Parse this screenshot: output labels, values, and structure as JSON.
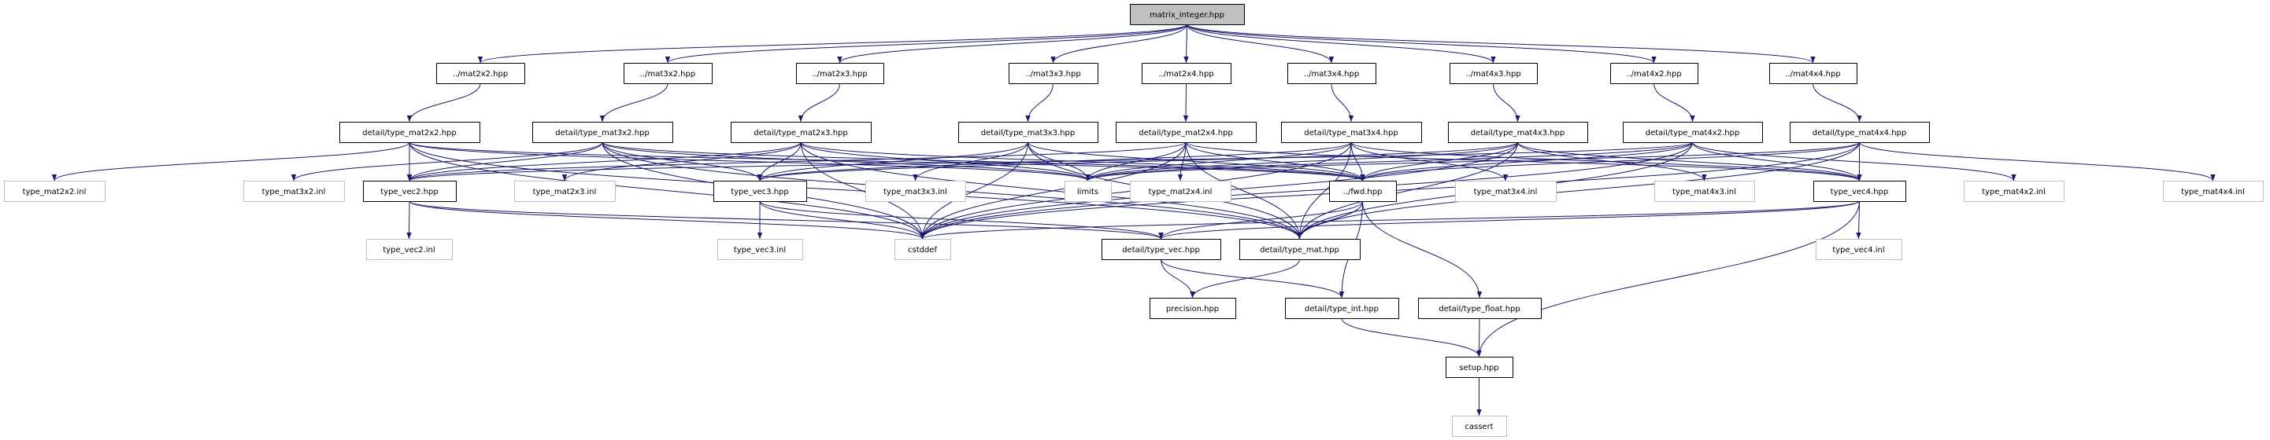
{
  "graph": {
    "edge_color": "#191970",
    "root_fill": "#bfbfbf",
    "nodes": [
      {
        "id": "root",
        "label": "matrix_integer.hpp",
        "kind": "root"
      },
      {
        "id": "m22",
        "label": "../mat2x2.hpp",
        "kind": "file"
      },
      {
        "id": "m32",
        "label": "../mat3x2.hpp",
        "kind": "file"
      },
      {
        "id": "m23",
        "label": "../mat2x3.hpp",
        "kind": "file"
      },
      {
        "id": "m33",
        "label": "../mat3x3.hpp",
        "kind": "file"
      },
      {
        "id": "m24",
        "label": "../mat2x4.hpp",
        "kind": "file"
      },
      {
        "id": "m34",
        "label": "../mat3x4.hpp",
        "kind": "file"
      },
      {
        "id": "m43",
        "label": "../mat4x3.hpp",
        "kind": "file"
      },
      {
        "id": "m42",
        "label": "../mat4x2.hpp",
        "kind": "file"
      },
      {
        "id": "m44",
        "label": "../mat4x4.hpp",
        "kind": "file"
      },
      {
        "id": "t22",
        "label": "detail/type_mat2x2.hpp",
        "kind": "file"
      },
      {
        "id": "t32",
        "label": "detail/type_mat3x2.hpp",
        "kind": "file"
      },
      {
        "id": "t23",
        "label": "detail/type_mat2x3.hpp",
        "kind": "file"
      },
      {
        "id": "t33",
        "label": "detail/type_mat3x3.hpp",
        "kind": "file"
      },
      {
        "id": "t24",
        "label": "detail/type_mat2x4.hpp",
        "kind": "file"
      },
      {
        "id": "t34",
        "label": "detail/type_mat3x4.hpp",
        "kind": "file"
      },
      {
        "id": "t43",
        "label": "detail/type_mat4x3.hpp",
        "kind": "file"
      },
      {
        "id": "t42",
        "label": "detail/type_mat4x2.hpp",
        "kind": "file"
      },
      {
        "id": "t44",
        "label": "detail/type_mat4x4.hpp",
        "kind": "file"
      },
      {
        "id": "i22",
        "label": "type_mat2x2.inl",
        "kind": "external"
      },
      {
        "id": "i32",
        "label": "type_mat3x2.inl",
        "kind": "external"
      },
      {
        "id": "v2",
        "label": "type_vec2.hpp",
        "kind": "file"
      },
      {
        "id": "i23",
        "label": "type_mat2x3.inl",
        "kind": "external"
      },
      {
        "id": "v3",
        "label": "type_vec3.hpp",
        "kind": "file"
      },
      {
        "id": "i33",
        "label": "type_mat3x3.inl",
        "kind": "external"
      },
      {
        "id": "limits",
        "label": "limits",
        "kind": "external"
      },
      {
        "id": "i24",
        "label": "type_mat2x4.inl",
        "kind": "external"
      },
      {
        "id": "fwd",
        "label": "../fwd.hpp",
        "kind": "file"
      },
      {
        "id": "i34",
        "label": "type_mat3x4.inl",
        "kind": "external"
      },
      {
        "id": "i43",
        "label": "type_mat4x3.inl",
        "kind": "external"
      },
      {
        "id": "v4",
        "label": "type_vec4.hpp",
        "kind": "file"
      },
      {
        "id": "i42",
        "label": "type_mat4x2.inl",
        "kind": "external"
      },
      {
        "id": "i44",
        "label": "type_mat4x4.inl",
        "kind": "external"
      },
      {
        "id": "v2i",
        "label": "type_vec2.inl",
        "kind": "external"
      },
      {
        "id": "v3i",
        "label": "type_vec3.inl",
        "kind": "external"
      },
      {
        "id": "cstddef",
        "label": "cstddef",
        "kind": "external"
      },
      {
        "id": "tvec",
        "label": "detail/type_vec.hpp",
        "kind": "file"
      },
      {
        "id": "tmat",
        "label": "detail/type_mat.hpp",
        "kind": "file"
      },
      {
        "id": "v4i",
        "label": "type_vec4.inl",
        "kind": "external"
      },
      {
        "id": "prec",
        "label": "precision.hpp",
        "kind": "file"
      },
      {
        "id": "tint",
        "label": "detail/type_int.hpp",
        "kind": "file"
      },
      {
        "id": "tfloat",
        "label": "detail/type_float.hpp",
        "kind": "file"
      },
      {
        "id": "setup",
        "label": "setup.hpp",
        "kind": "file"
      },
      {
        "id": "cassert",
        "label": "cassert",
        "kind": "external"
      }
    ],
    "edges": [
      [
        "root",
        "m22"
      ],
      [
        "root",
        "m32"
      ],
      [
        "root",
        "m23"
      ],
      [
        "root",
        "m33"
      ],
      [
        "root",
        "m24"
      ],
      [
        "root",
        "m34"
      ],
      [
        "root",
        "m43"
      ],
      [
        "root",
        "m42"
      ],
      [
        "root",
        "m44"
      ],
      [
        "m22",
        "t22"
      ],
      [
        "m32",
        "t32"
      ],
      [
        "m23",
        "t23"
      ],
      [
        "m33",
        "t33"
      ],
      [
        "m24",
        "t24"
      ],
      [
        "m34",
        "t34"
      ],
      [
        "m43",
        "t43"
      ],
      [
        "m42",
        "t42"
      ],
      [
        "m44",
        "t44"
      ],
      [
        "t22",
        "i22"
      ],
      [
        "t22",
        "v2"
      ],
      [
        "t22",
        "fwd"
      ],
      [
        "t22",
        "limits"
      ],
      [
        "t22",
        "cstddef"
      ],
      [
        "t22",
        "tmat"
      ],
      [
        "t32",
        "i32"
      ],
      [
        "t32",
        "v2"
      ],
      [
        "t32",
        "v3"
      ],
      [
        "t32",
        "fwd"
      ],
      [
        "t32",
        "limits"
      ],
      [
        "t32",
        "cstddef"
      ],
      [
        "t32",
        "tmat"
      ],
      [
        "t23",
        "i23"
      ],
      [
        "t23",
        "v2"
      ],
      [
        "t23",
        "v3"
      ],
      [
        "t23",
        "fwd"
      ],
      [
        "t23",
        "limits"
      ],
      [
        "t23",
        "cstddef"
      ],
      [
        "t23",
        "tmat"
      ],
      [
        "t33",
        "i33"
      ],
      [
        "t33",
        "v3"
      ],
      [
        "t33",
        "fwd"
      ],
      [
        "t33",
        "limits"
      ],
      [
        "t33",
        "cstddef"
      ],
      [
        "t33",
        "tmat"
      ],
      [
        "t24",
        "i24"
      ],
      [
        "t24",
        "v2"
      ],
      [
        "t24",
        "v4"
      ],
      [
        "t24",
        "fwd"
      ],
      [
        "t24",
        "limits"
      ],
      [
        "t24",
        "cstddef"
      ],
      [
        "t24",
        "tmat"
      ],
      [
        "t34",
        "i34"
      ],
      [
        "t34",
        "v3"
      ],
      [
        "t34",
        "v4"
      ],
      [
        "t34",
        "fwd"
      ],
      [
        "t34",
        "limits"
      ],
      [
        "t34",
        "cstddef"
      ],
      [
        "t34",
        "tmat"
      ],
      [
        "t43",
        "i43"
      ],
      [
        "t43",
        "v3"
      ],
      [
        "t43",
        "v4"
      ],
      [
        "t43",
        "fwd"
      ],
      [
        "t43",
        "limits"
      ],
      [
        "t43",
        "cstddef"
      ],
      [
        "t43",
        "tmat"
      ],
      [
        "t42",
        "i42"
      ],
      [
        "t42",
        "v2"
      ],
      [
        "t42",
        "v4"
      ],
      [
        "t42",
        "fwd"
      ],
      [
        "t42",
        "limits"
      ],
      [
        "t42",
        "cstddef"
      ],
      [
        "t42",
        "tmat"
      ],
      [
        "t44",
        "i44"
      ],
      [
        "t44",
        "v4"
      ],
      [
        "t44",
        "fwd"
      ],
      [
        "t44",
        "limits"
      ],
      [
        "t44",
        "cstddef"
      ],
      [
        "t44",
        "tmat"
      ],
      [
        "v2",
        "v2i"
      ],
      [
        "v2",
        "tvec"
      ],
      [
        "v2",
        "cstddef"
      ],
      [
        "v3",
        "v3i"
      ],
      [
        "v3",
        "tvec"
      ],
      [
        "v3",
        "cstddef"
      ],
      [
        "v4",
        "v4i"
      ],
      [
        "v4",
        "tvec"
      ],
      [
        "v4",
        "cstddef"
      ],
      [
        "v4",
        "setup"
      ],
      [
        "fwd",
        "tint"
      ],
      [
        "fwd",
        "tfloat"
      ],
      [
        "fwd",
        "tvec"
      ],
      [
        "fwd",
        "tmat"
      ],
      [
        "tvec",
        "prec"
      ],
      [
        "tvec",
        "tint"
      ],
      [
        "tmat",
        "prec"
      ],
      [
        "tint",
        "setup"
      ],
      [
        "tfloat",
        "setup"
      ],
      [
        "setup",
        "cassert"
      ]
    ]
  }
}
